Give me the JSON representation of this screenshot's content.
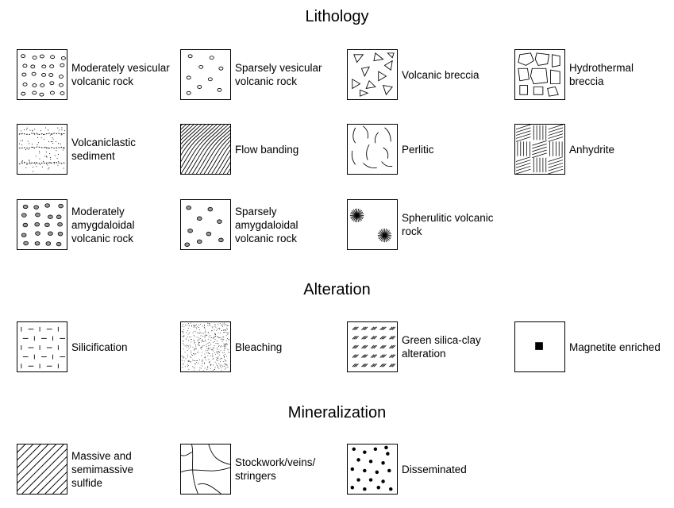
{
  "sections": [
    {
      "title": "Lithology",
      "items": [
        {
          "key": "mod-vesicular",
          "label": "Moderately vesicular\nvolcanic rock",
          "pattern": "vesicles-moderate"
        },
        {
          "key": "sparse-vesicular",
          "label": "Sparsely vesicular\nvolcanic rock",
          "pattern": "vesicles-sparse"
        },
        {
          "key": "volcanic-breccia",
          "label": "Volcanic breccia",
          "pattern": "triangles"
        },
        {
          "key": "hydrothermal-breccia",
          "label": "Hydrothermal\nbreccia",
          "pattern": "polygons"
        },
        {
          "key": "volcaniclastic",
          "label": "Volcaniclastic\nsediment",
          "pattern": "layered-dots"
        },
        {
          "key": "flow-banding",
          "label": "Flow banding",
          "pattern": "flow-lines"
        },
        {
          "key": "perlitic",
          "label": "Perlitic",
          "pattern": "arcs"
        },
        {
          "key": "anhydrite",
          "label": "Anhydrite",
          "pattern": "needle-clusters"
        },
        {
          "key": "mod-amygdaloidal",
          "label": "Moderately\namygdaloidal\nvolcanic rock",
          "pattern": "amygdules-moderate"
        },
        {
          "key": "sparse-amygdaloidal",
          "label": "Sparsely\namygdaloidal\nvolcanic rock",
          "pattern": "amygdules-sparse"
        },
        {
          "key": "spherulitic",
          "label": "Spherulitic volcanic\nrock",
          "pattern": "starbursts"
        }
      ]
    },
    {
      "title": "Alteration",
      "items": [
        {
          "key": "silicification",
          "label": "Silicification",
          "pattern": "dashes"
        },
        {
          "key": "bleaching",
          "label": "Bleaching",
          "pattern": "stipple"
        },
        {
          "key": "green-silica-clay",
          "label": "Green silica-clay\nalteration",
          "pattern": "ticks"
        },
        {
          "key": "magnetite",
          "label": "Magnetite enriched",
          "pattern": "center-square"
        }
      ]
    },
    {
      "title": "Mineralization",
      "items": [
        {
          "key": "massive-sulfide",
          "label": "Massive and\nsemimassive\nsulfide",
          "pattern": "diagonal-hatch"
        },
        {
          "key": "stockwork",
          "label": "Stockwork/veins/\nstringers",
          "pattern": "veins"
        },
        {
          "key": "disseminated",
          "label": "Disseminated",
          "pattern": "dots"
        }
      ]
    }
  ]
}
